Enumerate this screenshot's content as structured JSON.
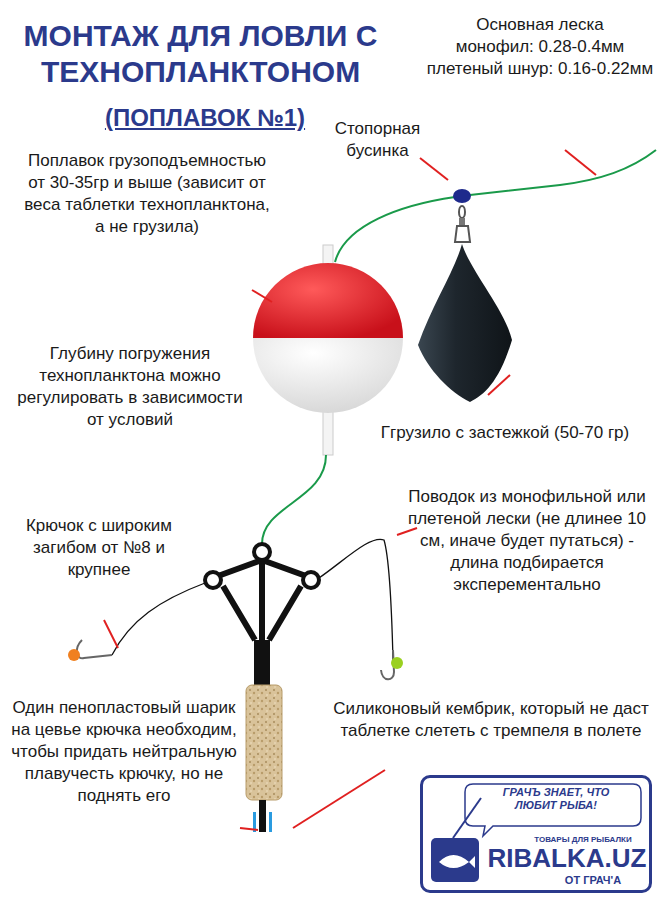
{
  "diagram": {
    "title": "МОНТАЖ ДЛЯ ЛОВЛИ С ТЕХНОПЛАНКТОНОМ",
    "nodes": [
      {
        "text": [
          "ГРАЧЪ ЗНАЕТ, ЧТО ЛЮБИТ РЫБА!",
          "ТОВАРЫ ДЛЯ РЫБАЛКИ",
          "RIBALKA.UZ",
          "ОТ ГРАЧ'А"
        ]
      }
    ],
    "edges": [],
    "labels": [
      "(ПОПЛАВОК №1)",
      "Основная леска",
      "монофил: 0.28-0.4мм",
      "плетеный шнур: 0.16-0.22мм",
      "Стопорная бусинка",
      "Поплавок грузоподъемностью от 30-35гр и выше (зависит от веса таблетки технопланктона, а не грузила)",
      "Глубину погружения технопланктона можно регулировать в зависимости от условий",
      "Ггрузило с застежкой (50-70 гр)",
      "Поводок из монофильной или плетеной лески (не длинее 10 см, иначе будет путаться) - длина подбирается эксперементально",
      "Крючок с широким загибом от №8 и крупнее",
      "Один пенопластовый шарик на цевье крючка необходим, чтобы придать нейтральную плавучесть крючку, но не поднять его",
      "Силиконовый кембрик, который не даст таблетке слететь с тремпеля в полете"
    ]
  }
}
